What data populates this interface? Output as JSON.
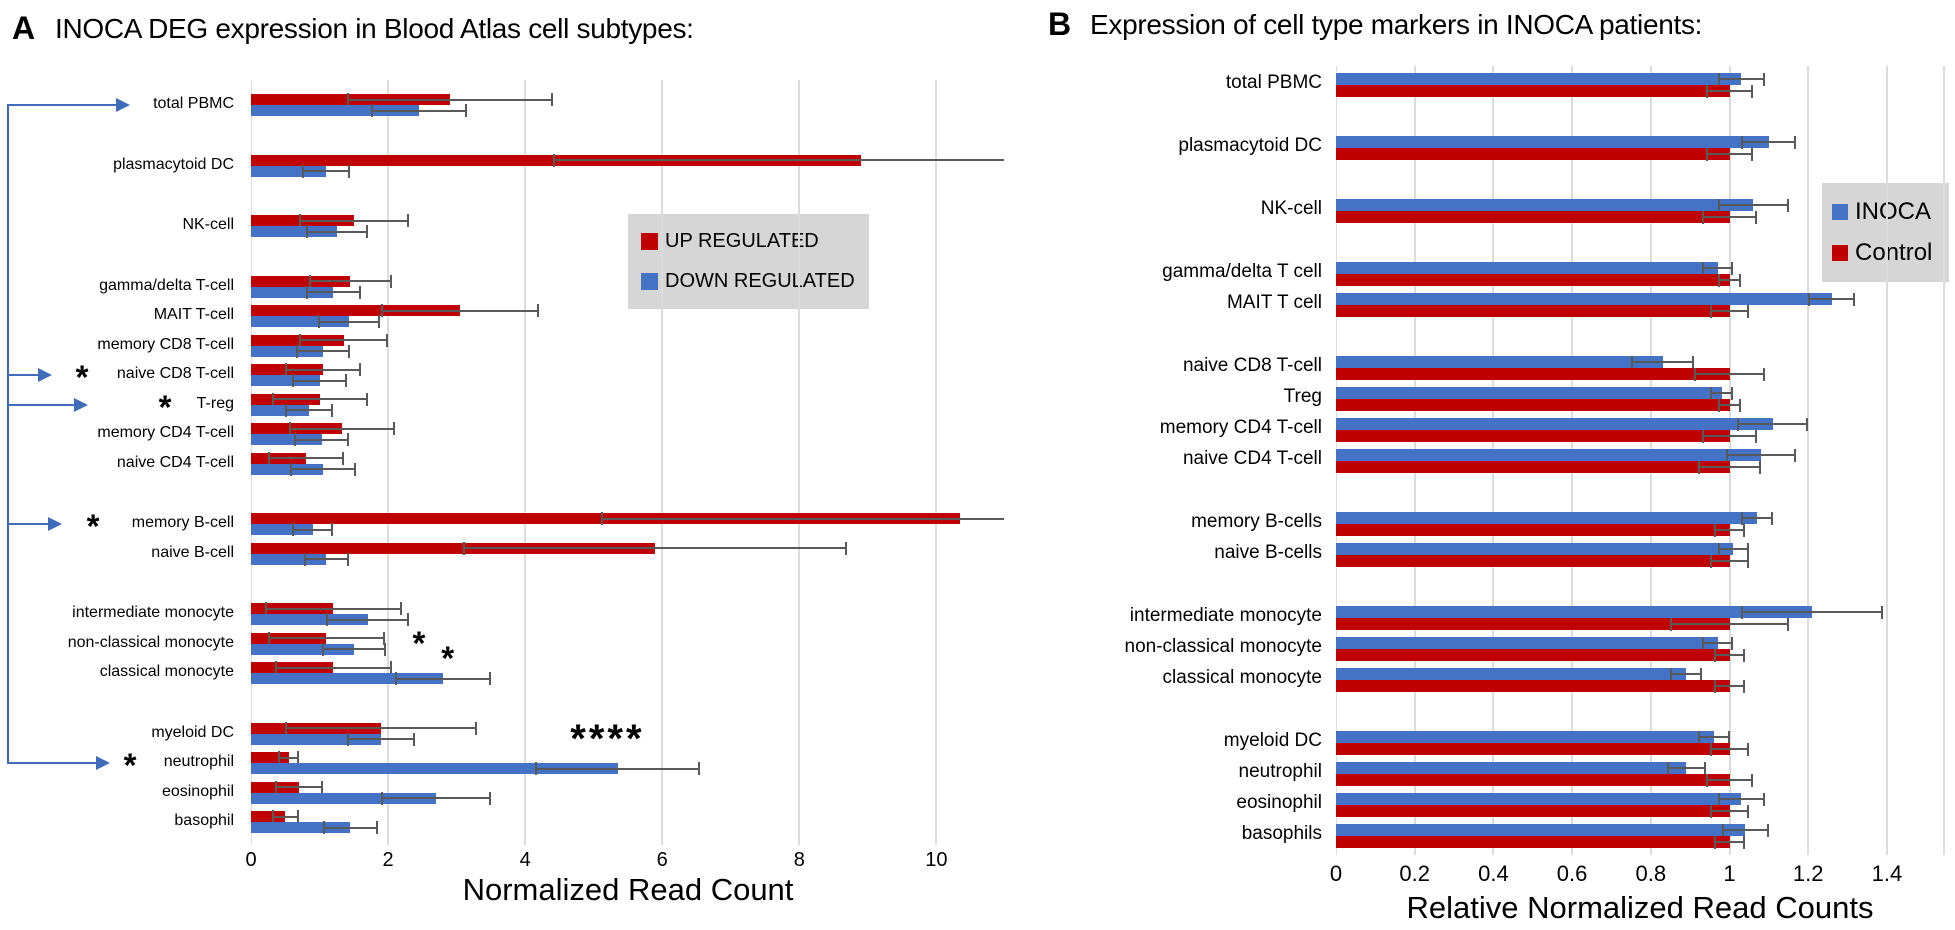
{
  "chart_data": [
    {
      "panel_label": "A",
      "title": "INOCA DEG expression in Blood Atlas cell subtypes:",
      "type": "bar",
      "orientation": "horizontal",
      "xlabel": "Normalized Read Count",
      "xlim": [
        0,
        11
      ],
      "xtick_values": [
        0,
        2,
        4,
        6,
        8,
        10
      ],
      "xtick_labels": [
        "0",
        "2",
        "4",
        "6",
        "8",
        "10"
      ],
      "grid": true,
      "legend_position": "inside-center",
      "arrow_color": "#3e6cb8",
      "series_meta": [
        {
          "key": "up",
          "name": "UP REGULATED",
          "color": "#c00000"
        },
        {
          "key": "down",
          "name": "DOWN REGULATED",
          "color": "#4472c4"
        }
      ],
      "group_sizes": [
        1,
        1,
        1,
        7,
        2,
        3,
        4
      ],
      "rows": [
        {
          "label": "total PBMC",
          "up": 2.9,
          "up_err": 1.5,
          "down": 2.45,
          "down_err": 0.7,
          "star": false,
          "arrow": true
        },
        {
          "label": "plasmacytoid DC",
          "up": 8.9,
          "up_err": 4.5,
          "down": 1.1,
          "down_err": 0.35,
          "star": false,
          "arrow": false
        },
        {
          "label": "NK-cell",
          "up": 1.5,
          "up_err": 0.8,
          "down": 1.25,
          "down_err": 0.45,
          "star": false,
          "arrow": false
        },
        {
          "label": "gamma/delta T-cell",
          "up": 1.45,
          "up_err": 0.6,
          "down": 1.2,
          "down_err": 0.4,
          "star": false,
          "arrow": false
        },
        {
          "label": "MAIT T-cell",
          "up": 3.05,
          "up_err": 1.15,
          "down": 1.43,
          "down_err": 0.45,
          "star": false,
          "arrow": false
        },
        {
          "label": "memory CD8 T-cell",
          "up": 1.35,
          "up_err": 0.65,
          "down": 1.05,
          "down_err": 0.4,
          "star": false,
          "arrow": false
        },
        {
          "label": "naive CD8 T-cell",
          "up": 1.05,
          "up_err": 0.55,
          "down": 1.0,
          "down_err": 0.4,
          "star": true,
          "arrow": true
        },
        {
          "label": "T-reg",
          "up": 1.0,
          "up_err": 0.7,
          "down": 0.85,
          "down_err": 0.35,
          "star": true,
          "arrow": true
        },
        {
          "label": "memory CD4 T-cell",
          "up": 1.33,
          "up_err": 0.77,
          "down": 1.03,
          "down_err": 0.4,
          "star": false,
          "arrow": false
        },
        {
          "label": "naive CD4 T-cell",
          "up": 0.8,
          "up_err": 0.55,
          "down": 1.05,
          "down_err": 0.48,
          "star": false,
          "arrow": false
        },
        {
          "label": "memory B-cell",
          "up": 10.35,
          "up_err": 5.25,
          "down": 0.9,
          "down_err": 0.3,
          "star": true,
          "arrow": true
        },
        {
          "label": "naive B-cell",
          "up": 5.9,
          "up_err": 2.8,
          "down": 1.1,
          "down_err": 0.33,
          "star": false,
          "arrow": false
        },
        {
          "label": "intermediate monocyte",
          "up": 1.2,
          "up_err": 1.0,
          "down": 1.7,
          "down_err": 0.6,
          "star": false,
          "arrow": false
        },
        {
          "label": "non-classical monocyte",
          "up": 1.1,
          "up_err": 0.85,
          "down": 1.5,
          "down_err": 0.47,
          "star": false,
          "arrow": false
        },
        {
          "label": "classical monocyte",
          "up": 1.2,
          "up_err": 0.85,
          "down": 2.8,
          "down_err": 0.7,
          "star": false,
          "arrow": false
        },
        {
          "label": "myeloid DC",
          "up": 1.9,
          "up_err": 1.4,
          "down": 1.9,
          "down_err": 0.5,
          "star": false,
          "arrow": false
        },
        {
          "label": "neutrophil",
          "up": 0.55,
          "up_err": 0.15,
          "down": 5.35,
          "down_err": 1.2,
          "star": true,
          "arrow": true
        },
        {
          "label": "eosinophil",
          "up": 0.7,
          "up_err": 0.35,
          "down": 2.7,
          "down_err": 0.8,
          "star": false,
          "arrow": false
        },
        {
          "label": "basophil",
          "up": 0.5,
          "up_err": 0.2,
          "down": 1.45,
          "down_err": 0.4,
          "star": false,
          "arrow": false
        }
      ],
      "in_plot_annotations": [
        {
          "text": "*",
          "row": "non-classical monocyte",
          "x": 2.45
        },
        {
          "text": "*",
          "row": "classical monocyte",
          "x": 2.87
        },
        {
          "text": "****",
          "row": "neutrophil",
          "x": 5.2
        }
      ]
    },
    {
      "panel_label": "B",
      "title": "Expression of cell type markers in INOCA patients:",
      "type": "bar",
      "orientation": "horizontal",
      "xlabel": "Relative Normalized Read Counts",
      "xlim": [
        0,
        1.55
      ],
      "xtick_values": [
        0,
        0.2,
        0.4,
        0.6,
        0.8,
        1,
        1.2,
        1.4
      ],
      "xtick_labels": [
        "0",
        "0.2",
        "0.4",
        "0.6",
        "0.8",
        "1",
        "1.2",
        "1.4"
      ],
      "grid": true,
      "legend_position": "inside-right",
      "series_meta": [
        {
          "key": "inoca",
          "name": "INOCA",
          "color": "#4472c4"
        },
        {
          "key": "control",
          "name": "Control",
          "color": "#c00000"
        }
      ],
      "group_sizes": [
        1,
        1,
        1,
        2,
        4,
        2,
        3,
        4
      ],
      "rows": [
        {
          "label": "total PBMC",
          "inoca": 1.03,
          "inoca_err": 0.06,
          "control": 1.0,
          "control_err": 0.06
        },
        {
          "label": "plasmacytoid DC",
          "inoca": 1.1,
          "inoca_err": 0.07,
          "control": 1.0,
          "control_err": 0.06
        },
        {
          "label": "NK-cell",
          "inoca": 1.06,
          "inoca_err": 0.09,
          "control": 1.0,
          "control_err": 0.07
        },
        {
          "label": "gamma/delta T cell",
          "inoca": 0.97,
          "inoca_err": 0.04,
          "control": 1.0,
          "control_err": 0.03
        },
        {
          "label": "MAIT T cell",
          "inoca": 1.26,
          "inoca_err": 0.06,
          "control": 1.0,
          "control_err": 0.05
        },
        {
          "label": "naive CD8 T-cell",
          "inoca": 0.83,
          "inoca_err": 0.08,
          "control": 1.0,
          "control_err": 0.09
        },
        {
          "label": "Treg",
          "inoca": 0.98,
          "inoca_err": 0.03,
          "control": 1.0,
          "control_err": 0.03
        },
        {
          "label": "memory CD4 T-cell",
          "inoca": 1.11,
          "inoca_err": 0.09,
          "control": 1.0,
          "control_err": 0.07
        },
        {
          "label": "naive CD4 T-cell",
          "inoca": 1.08,
          "inoca_err": 0.09,
          "control": 1.0,
          "control_err": 0.08
        },
        {
          "label": "memory B-cells",
          "inoca": 1.07,
          "inoca_err": 0.04,
          "control": 1.0,
          "control_err": 0.04
        },
        {
          "label": "naive B-cells",
          "inoca": 1.01,
          "inoca_err": 0.04,
          "control": 1.0,
          "control_err": 0.05
        },
        {
          "label": "intermediate monocyte",
          "inoca": 1.21,
          "inoca_err": 0.18,
          "control": 1.0,
          "control_err": 0.15
        },
        {
          "label": "non-classical monocyte",
          "inoca": 0.97,
          "inoca_err": 0.04,
          "control": 1.0,
          "control_err": 0.04
        },
        {
          "label": "classical monocyte",
          "inoca": 0.89,
          "inoca_err": 0.04,
          "control": 1.0,
          "control_err": 0.04
        },
        {
          "label": "myeloid DC",
          "inoca": 0.96,
          "inoca_err": 0.04,
          "control": 1.0,
          "control_err": 0.05
        },
        {
          "label": "neutrophil",
          "inoca": 0.89,
          "inoca_err": 0.05,
          "control": 1.0,
          "control_err": 0.06
        },
        {
          "label": "eosinophil",
          "inoca": 1.03,
          "inoca_err": 0.06,
          "control": 1.0,
          "control_err": 0.05
        },
        {
          "label": "basophils",
          "inoca": 1.04,
          "inoca_err": 0.06,
          "control": 1.0,
          "control_err": 0.04
        }
      ],
      "in_plot_annotations": []
    }
  ]
}
